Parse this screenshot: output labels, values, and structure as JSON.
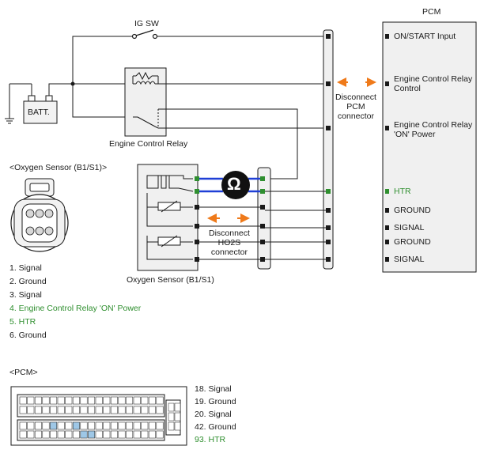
{
  "switch_label": "IG SW",
  "battery_label": "BATT.",
  "relay_label": "Engine Control Relay",
  "pcm_title": "PCM",
  "pcm_pins": [
    {
      "label": "ON/START Input",
      "highlight": false
    },
    {
      "label": "Engine Control Relay\nControl",
      "highlight": false
    },
    {
      "label": "Engine Control Relay\n'ON' Power",
      "highlight": false
    },
    {
      "label": "HTR",
      "highlight": true
    },
    {
      "label": "GROUND",
      "highlight": false
    },
    {
      "label": "SIGNAL",
      "highlight": false
    },
    {
      "label": "GROUND",
      "highlight": false
    },
    {
      "label": "SIGNAL",
      "highlight": false
    }
  ],
  "disconnect_pcm": "Disconnect\nPCM\nconnector",
  "disconnect_ho2s": "Disconnect\nHO2S\nconnector",
  "ohm_symbol": "Ω",
  "sensor_box_label": "Oxygen Sensor (B1/S1)",
  "sensor_section_title": "<Oxygen Sensor (B1/S1)>",
  "sensor_pins": [
    {
      "text": "1. Signal",
      "highlight": false
    },
    {
      "text": "2. Ground",
      "highlight": false
    },
    {
      "text": "3. Signal",
      "highlight": false
    },
    {
      "text": "4. Engine Control Relay 'ON' Power",
      "highlight": true
    },
    {
      "text": "5. HTR",
      "highlight": true
    },
    {
      "text": "6. Ground",
      "highlight": false
    }
  ],
  "pcm_section_title": "<PCM>",
  "pcm_connector_pins": [
    {
      "text": "18. Signal",
      "highlight": false
    },
    {
      "text": "19. Ground",
      "highlight": false
    },
    {
      "text": "20. Signal",
      "highlight": false
    },
    {
      "text": "42. Ground",
      "highlight": false
    },
    {
      "text": "93. HTR",
      "highlight": true
    }
  ],
  "colors": {
    "wire": "#1a1a1a",
    "highlight_green": "#2f8f2f",
    "measure_blue": "#1f3fd6",
    "arrow_orange": "#ef7a1a",
    "box_gray": "#f0f0f0"
  }
}
